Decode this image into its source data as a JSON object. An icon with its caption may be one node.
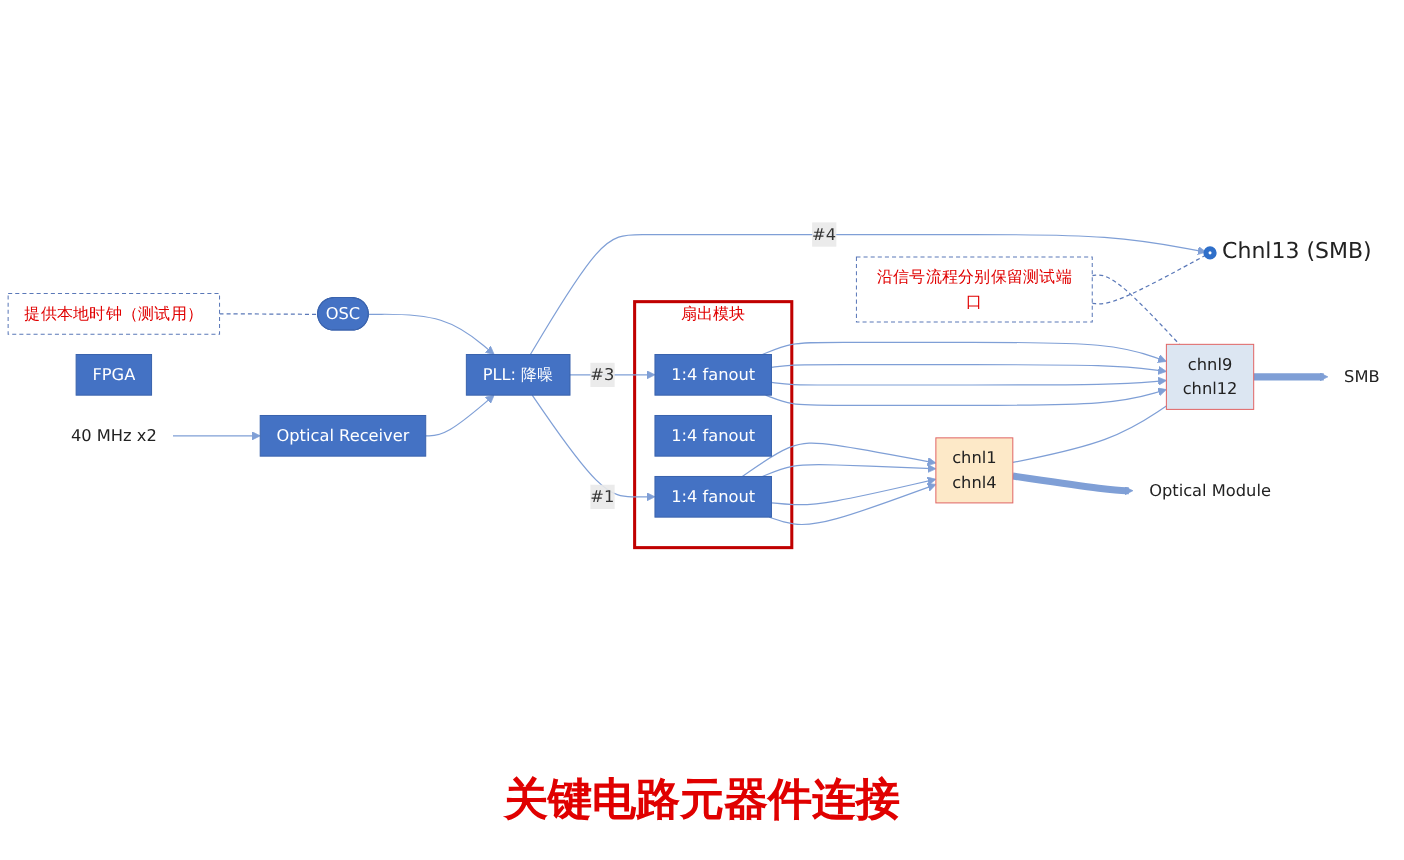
{
  "diagram": {
    "nodes": [
      {
        "text": [
          "40 MHz x2"
        ]
      },
      {
        "text": [
          "Optical Receiver"
        ]
      },
      {
        "text": [
          "PLL: 降噪"
        ]
      },
      {
        "text": [
          "OSC"
        ]
      },
      {
        "text": [
          "扇出模块"
        ]
      },
      {
        "text": [
          "1:4 fanout"
        ],
        "in": 4
      },
      {
        "text": [
          "1:4 fanout"
        ],
        "in": 4
      },
      {
        "text": [
          "1:4 fanout"
        ],
        "in": 4
      },
      {
        "text": [
          "FPGA"
        ]
      },
      {
        "text": [
          "chnl1",
          "chnl4"
        ]
      },
      {
        "text": [
          "Optical Module"
        ]
      },
      {
        "text": [
          "chnl9",
          "chnl12"
        ]
      },
      {
        "text": [
          "SMB"
        ]
      },
      {
        "text": [],
        "shape": "circle",
        "beside": [
          "Chnl13 (SMB)"
        ]
      },
      {
        "text": [
          "提供本地时钟（测试用）"
        ]
      },
      {
        "text": [
          "沿信号流程分别保留测试端口"
        ]
      }
    ],
    "edges": [
      {
        "from": 0,
        "to": 1,
        "arrow": "to"
      },
      {
        "from": 1,
        "to": 2,
        "arrow": "to"
      },
      {
        "from": 3,
        "to": 2,
        "arrow": "to"
      },
      {
        "from": 2,
        "to": 5,
        "arrow": "to",
        "label": "#1"
      },
      {
        "from": 2,
        "to": 7,
        "arrow": "to",
        "label": "#3"
      },
      {
        "from": 2,
        "to": 13,
        "arrow": "to",
        "label": "#4"
      },
      {
        "from": 5,
        "to": 9,
        "arrow": "to"
      },
      {
        "from": 5,
        "to": 9,
        "arrow": "to"
      },
      {
        "from": 5,
        "to": 9,
        "arrow": "to"
      },
      {
        "from": 5,
        "to": 9,
        "arrow": "to"
      },
      {
        "from": 7,
        "to": 11,
        "arrow": "to"
      },
      {
        "from": 7,
        "to": 11,
        "arrow": "to"
      },
      {
        "from": 7,
        "to": 11,
        "arrow": "to"
      },
      {
        "from": 7,
        "to": 11,
        "arrow": "to"
      },
      {
        "from": 9,
        "to": 10,
        "arrow": "to",
        "style": "thick"
      },
      {
        "from": 11,
        "to": 12,
        "arrow": "to",
        "style": "thick"
      },
      {
        "from": 9,
        "to": 11,
        "arrow": "none"
      },
      {
        "from": 14,
        "to": 3,
        "arrow": "none",
        "style": "dashed"
      },
      {
        "from": 15,
        "to": 13,
        "arrow": "none",
        "style": "dashed"
      },
      {
        "from": 15,
        "to": 11,
        "arrow": "none",
        "style": "dashed"
      }
    ],
    "labels": [
      "关键电路元器件连接"
    ]
  }
}
